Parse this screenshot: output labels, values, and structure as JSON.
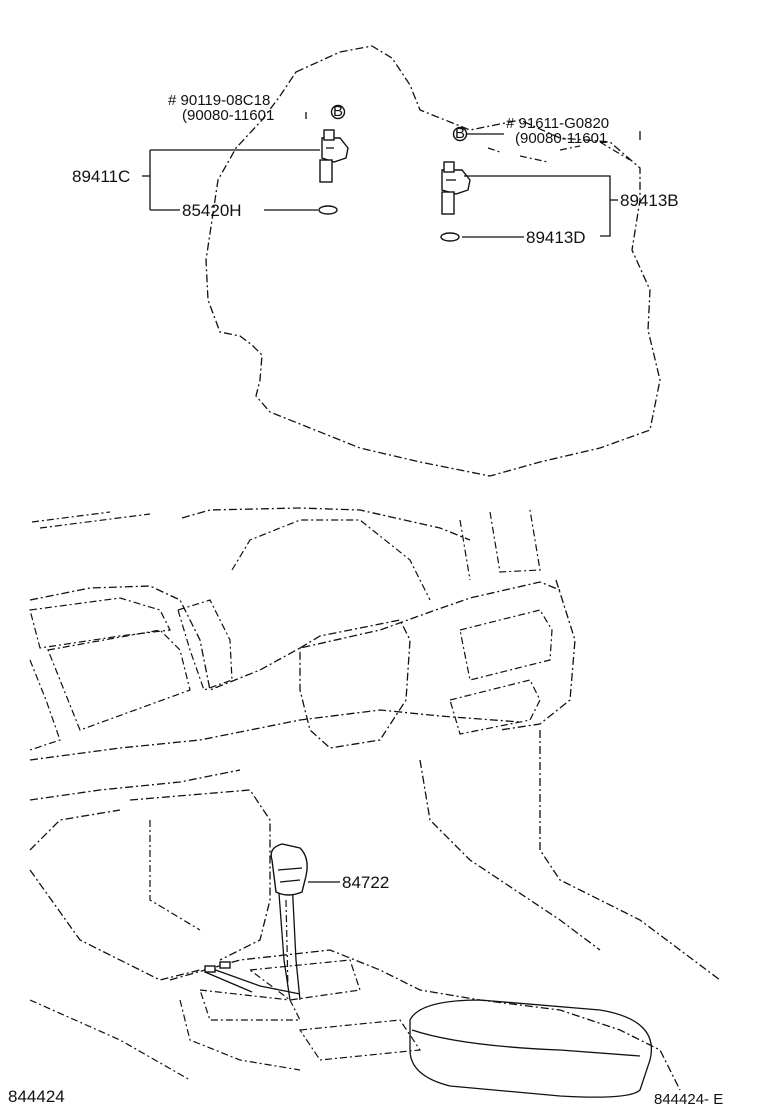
{
  "labels": {
    "bolt_left_part": "# 90119-08C18",
    "bolt_left_sub": "(90080-11601",
    "bolt_right_part": "# 91611-G0820",
    "bolt_right_sub": "(90080-11601",
    "sensor_left": "89411C",
    "oring_left": "85420H",
    "sensor_right": "89413B",
    "oring_right": "89413D",
    "shift_knob": "84722",
    "footer_left": "844424",
    "footer_right": "844424- E"
  },
  "markers": {
    "bolt_symbol": "B"
  }
}
